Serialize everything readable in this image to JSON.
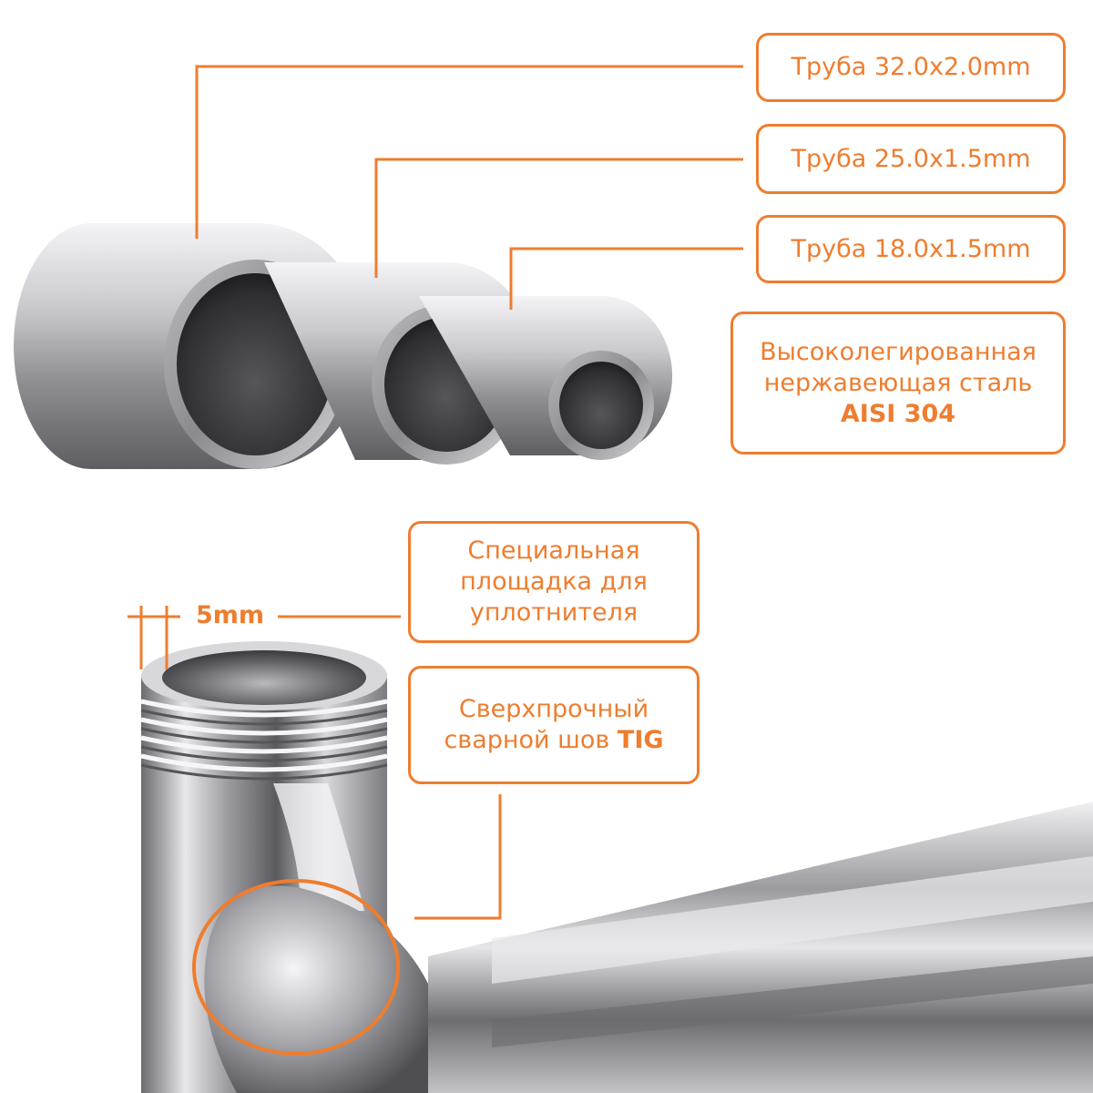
{
  "labels": {
    "pipe_32": "Труба 32.0x2.0mm",
    "pipe_25": "Труба 25.0x1.5mm",
    "pipe_18": "Труба 18.0x1.5mm",
    "steel_line1": "Высоколегированная",
    "steel_line2": "нержавеющая сталь",
    "steel_line3": "AISI 304",
    "seal_line1": "Специальная",
    "seal_line2": "площадка для",
    "seal_line3": "уплотнителя",
    "weld_line1": "Сверхпрочный",
    "weld_line2": "сварной шов",
    "weld_line3": "TIG"
  },
  "dimension": {
    "width_label": "5mm"
  },
  "colors": {
    "accent": "#ee7d2f",
    "steel_dark": "#4b4b4f",
    "steel_light": "#f2f2f4"
  }
}
